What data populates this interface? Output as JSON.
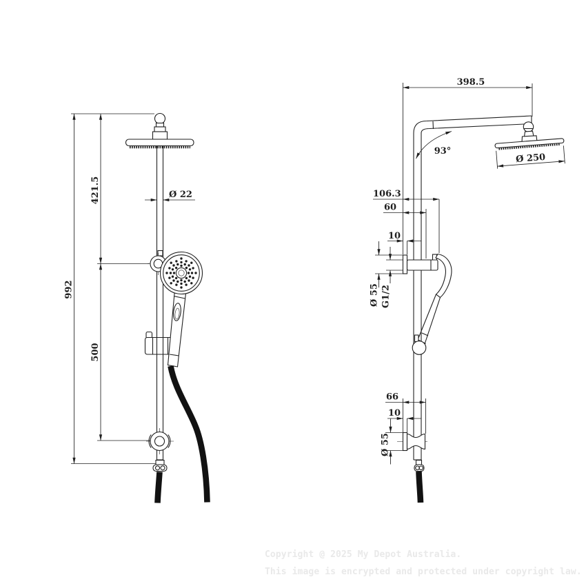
{
  "drawing": {
    "type": "technical drawing - twin shower rail set, front and side views",
    "front_view": {
      "total_height": "992",
      "upper_section": "421.5",
      "rail_spacing": "500",
      "pipe_diameter": "Ø 22"
    },
    "side_view": {
      "arm_length": "398.5",
      "arm_angle": "93°",
      "head_diameter": "Ø 250",
      "wall_to_handshower": "106.3",
      "wall_to_riser": "60",
      "plate_thickness_upper": "10",
      "flange_diameter_upper": "Ø 55",
      "thread_size": "G1/2",
      "wall_to_bracket": "66",
      "plate_thickness_lower": "10",
      "flange_diameter_lower": "Ø 55"
    }
  },
  "watermark": {
    "line1": "Copyright @ 2025 My Depot Australia.",
    "line2": "This image is encrypted and protected under copyright law."
  },
  "colors": {
    "line": "#1f1f1f",
    "hose": "#121212",
    "watermark": "#e9e9e9",
    "background": "#ffffff"
  }
}
